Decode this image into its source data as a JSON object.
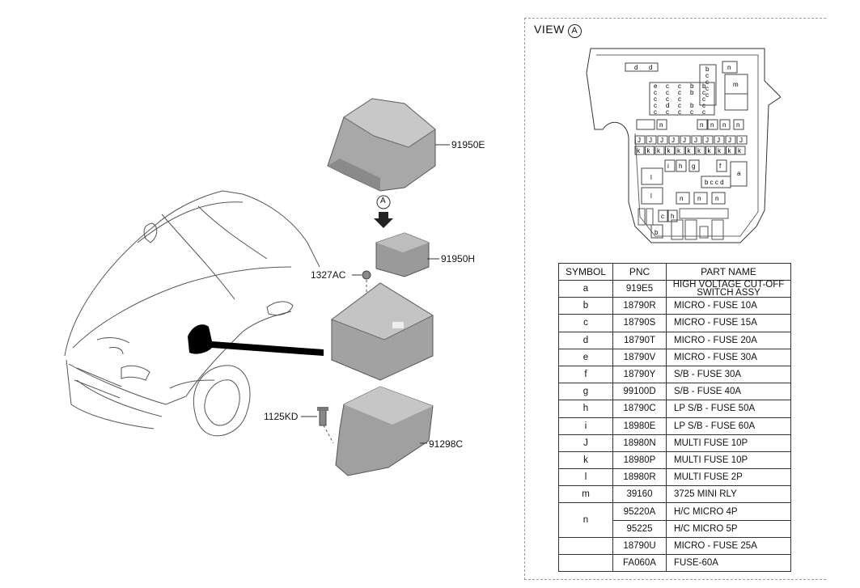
{
  "view_title": "VIEW",
  "view_marker": "A",
  "callouts": {
    "p91950E": "91950E",
    "p91950H": "91950H",
    "p1327AC": "1327AC",
    "p1125KD": "1125KD",
    "p91298C": "91298C",
    "arrow_marker": "A"
  },
  "fuse_block_labels": {
    "row_d": [
      "d",
      "d"
    ],
    "top_right": [
      "b",
      "c",
      "c",
      "c",
      "c"
    ],
    "n_top": "n",
    "m": "m",
    "grid_row1": [
      "e",
      "c",
      "c",
      "b",
      "b"
    ],
    "grid_row2": [
      "c",
      "c",
      "c",
      "b",
      "c"
    ],
    "grid_row3": [
      "c",
      "c",
      "c",
      "",
      "c"
    ],
    "grid_row4": [
      "c",
      "d",
      "c",
      "b",
      "c"
    ],
    "grid_row5": [
      "c",
      "c",
      "c",
      "c",
      "c"
    ],
    "n_row": [
      "n",
      "n",
      "n",
      "n",
      "n"
    ],
    "j_row": [
      "J",
      "J",
      "J",
      "J",
      "J",
      "J",
      "J",
      "J",
      "J",
      "J"
    ],
    "k_row": [
      "k",
      "k",
      "k",
      "k",
      "k",
      "k",
      "k",
      "k",
      "k",
      "k",
      "k"
    ],
    "ihgf": [
      "i",
      "h",
      "g",
      "f"
    ],
    "a": "a",
    "l1": "l",
    "l2": "l",
    "bccd": "b c c d",
    "n_row2": [
      "n",
      "n",
      "n"
    ],
    "ch": [
      "c",
      "h"
    ],
    "b_bottom": "b"
  },
  "legend": {
    "headers": [
      "SYMBOL",
      "PNC",
      "PART NAME"
    ],
    "rows": [
      {
        "symbol": "a",
        "pnc": "919E5",
        "name": "HIGH VOLTAGE CUT-OFF",
        "name2": "SWITCH ASSY"
      },
      {
        "symbol": "b",
        "pnc": "18790R",
        "name": "MICRO - FUSE 10A"
      },
      {
        "symbol": "c",
        "pnc": "18790S",
        "name": "MICRO - FUSE 15A"
      },
      {
        "symbol": "d",
        "pnc": "18790T",
        "name": "MICRO - FUSE 20A"
      },
      {
        "symbol": "e",
        "pnc": "18790V",
        "name": "MICRO - FUSE 30A"
      },
      {
        "symbol": "f",
        "pnc": "18790Y",
        "name": "S/B - FUSE 30A"
      },
      {
        "symbol": "g",
        "pnc": "99100D",
        "name": "S/B - FUSE 40A"
      },
      {
        "symbol": "h",
        "pnc": "18790C",
        "name": "LP S/B - FUSE 50A"
      },
      {
        "symbol": "i",
        "pnc": "18980E",
        "name": "LP S/B - FUSE 60A"
      },
      {
        "symbol": "J",
        "pnc": "18980N",
        "name": "MULTI FUSE 10P"
      },
      {
        "symbol": "k",
        "pnc": "18980P",
        "name": "MULTI FUSE 10P"
      },
      {
        "symbol": "l",
        "pnc": "18980R",
        "name": "MULTI FUSE 2P"
      },
      {
        "symbol": "m",
        "pnc": "39160",
        "name": "3725 MINI RLY"
      },
      {
        "symbol": "n",
        "pnc": "95220A",
        "name": "H/C MICRO 4P"
      },
      {
        "symbol": "",
        "pnc": "95225",
        "name": "H/C MICRO 5P"
      },
      {
        "symbol": "",
        "pnc": "18790U",
        "name": "MICRO - FUSE 25A"
      },
      {
        "symbol": "",
        "pnc": "FA060A",
        "name": "FUSE-60A"
      }
    ]
  }
}
